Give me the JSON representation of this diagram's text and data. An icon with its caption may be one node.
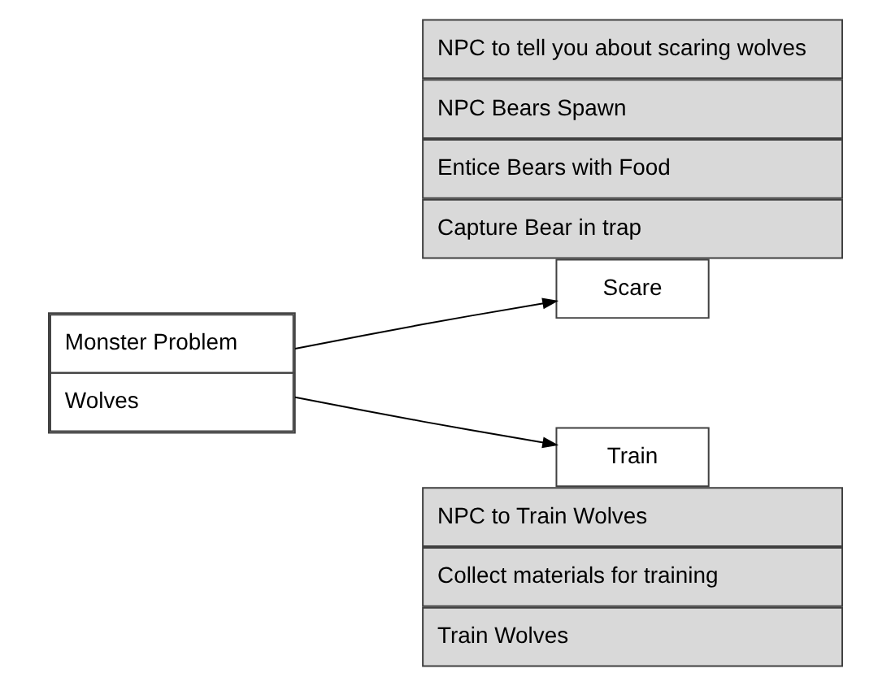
{
  "diagram": {
    "nodes": [
      {
        "text": [
          "Monster Problem",
          "Wolves"
        ]
      },
      {
        "text": [
          "NPC to tell you about scaring wolves"
        ]
      },
      {
        "text": [
          "NPC Bears Spawn"
        ]
      },
      {
        "text": [
          "Entice Bears with Food"
        ]
      },
      {
        "text": [
          "Capture Bear in trap"
        ]
      },
      {
        "text": [
          "Scare"
        ]
      },
      {
        "text": [
          "Train"
        ]
      },
      {
        "text": [
          "NPC to Train Wolves"
        ]
      },
      {
        "text": [
          "Collect materials for training"
        ]
      },
      {
        "text": [
          "Train Wolves"
        ]
      }
    ],
    "edges": [
      {
        "from": 0,
        "to": 5,
        "arrow": "to"
      },
      {
        "from": 0,
        "to": 6,
        "arrow": "to"
      }
    ]
  }
}
